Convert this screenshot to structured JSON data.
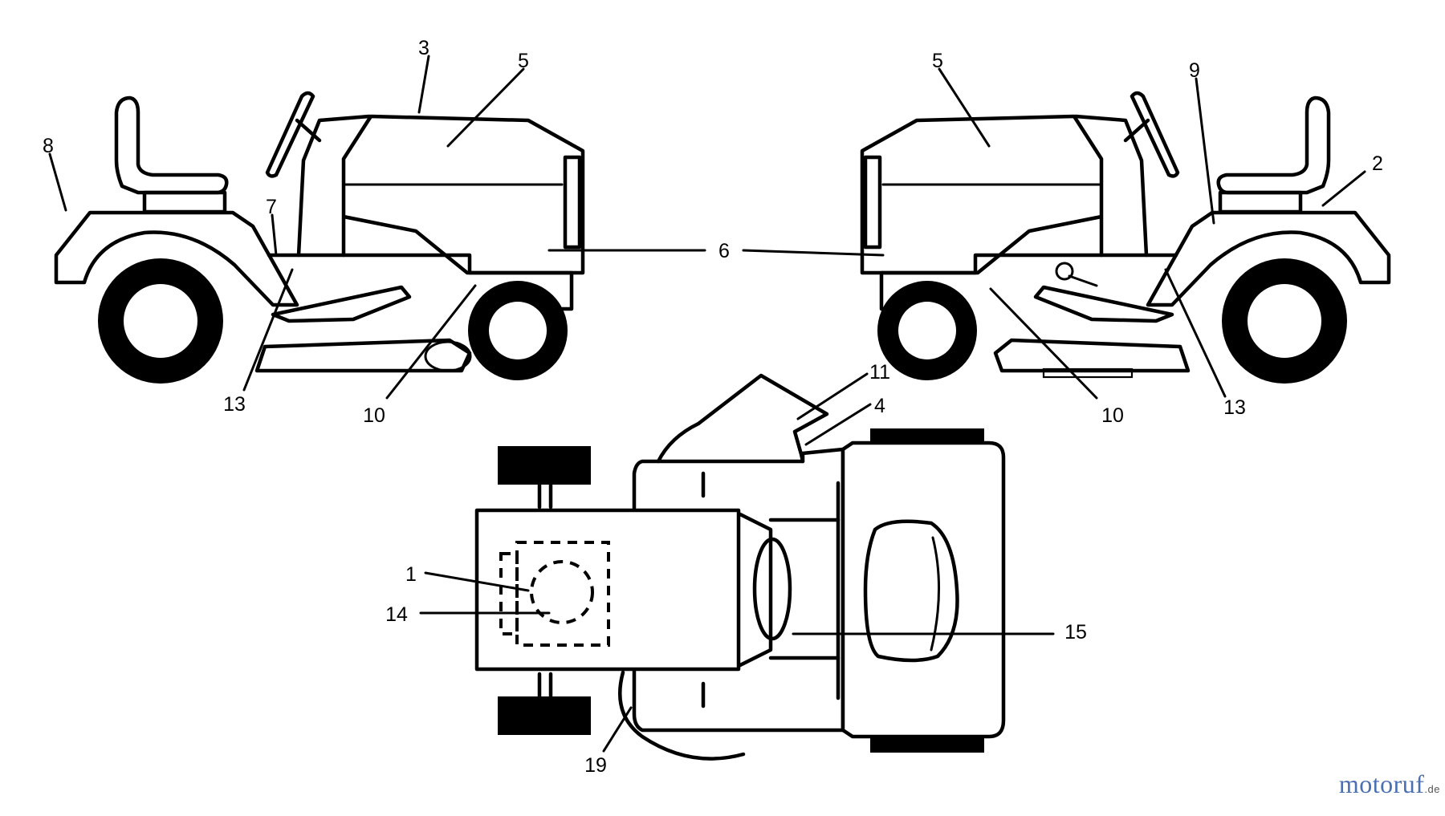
{
  "labels": {
    "l1": "1",
    "l2": "2",
    "l3": "3",
    "l4": "4",
    "l5a": "5",
    "l5b": "5",
    "l6": "6",
    "l7": "7",
    "l8": "8",
    "l9": "9",
    "l10a": "10",
    "l10b": "10",
    "l11": "11",
    "l13a": "13",
    "l13b": "13",
    "l14": "14",
    "l15": "15",
    "l19": "19"
  },
  "watermark": {
    "main": "motoruf",
    "suffix": ".de",
    "color": "#4a6fb3"
  }
}
